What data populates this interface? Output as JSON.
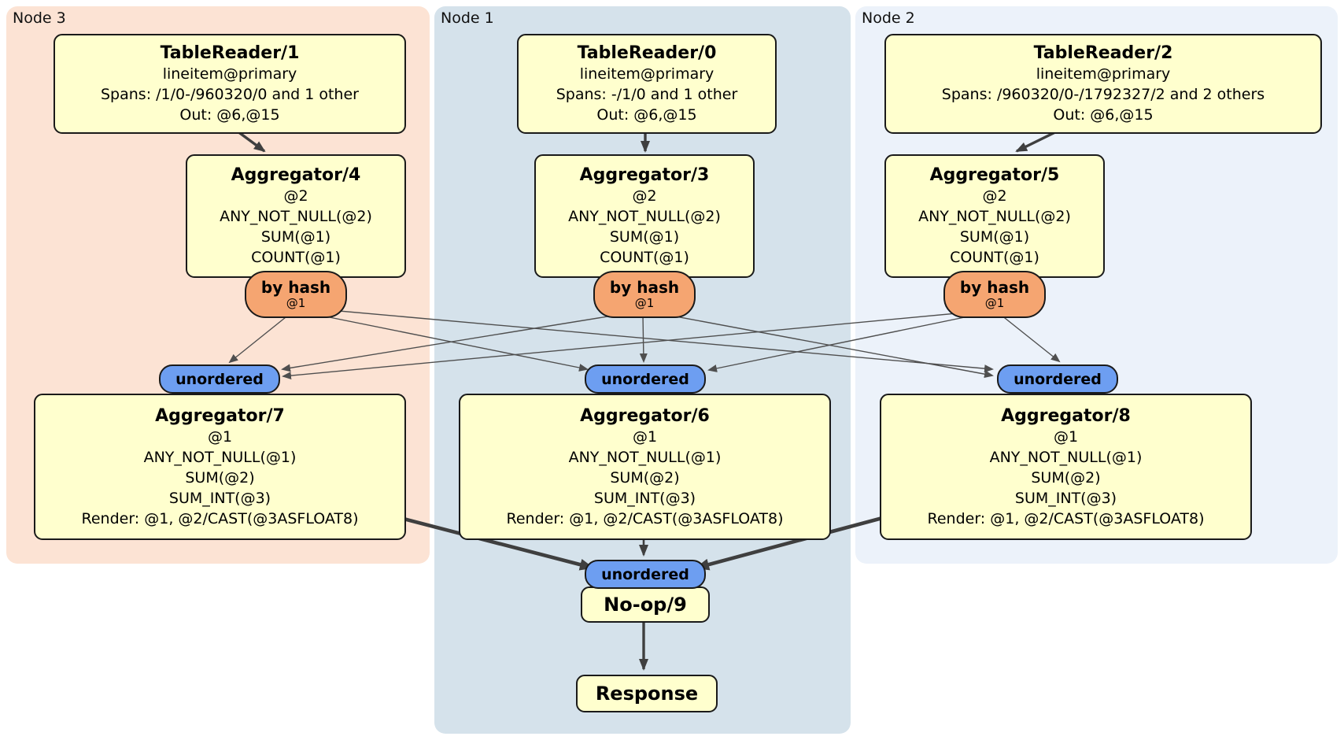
{
  "colors": {
    "node3_bg": "#fce3d4",
    "node1_bg": "#d5e2eb",
    "node2_bg": "#ecf2fa",
    "box_bg": "#ffffce",
    "box_border": "#1a1a1a",
    "router_bg": "#f5a571",
    "stream_bg": "#6d9ef1",
    "edge_thick": "#3f3f3f",
    "edge_thin": "#4f4f4f"
  },
  "diagram": {
    "nodes": [
      {
        "label": "Node 3",
        "table_reader": {
          "title": "TableReader/1",
          "lines": [
            "lineitem@primary",
            "Spans: /1/0-/960320/0 and 1 other",
            "Out: @6,@15"
          ]
        },
        "aggregator": {
          "title": "Aggregator/4",
          "lines": [
            "@2",
            "ANY_NOT_NULL(@2)",
            "SUM(@1)",
            "COUNT(@1)"
          ]
        },
        "router": {
          "label": "by hash",
          "detail": "@1"
        },
        "stream": {
          "label": "unordered"
        },
        "final_aggregator": {
          "title": "Aggregator/7",
          "lines": [
            "@1",
            "ANY_NOT_NULL(@1)",
            "SUM(@2)",
            "SUM_INT(@3)",
            "Render: @1, @2/CAST(@3ASFLOAT8)"
          ]
        }
      },
      {
        "label": "Node 1",
        "table_reader": {
          "title": "TableReader/0",
          "lines": [
            "lineitem@primary",
            "Spans: -/1/0 and 1 other",
            "Out: @6,@15"
          ]
        },
        "aggregator": {
          "title": "Aggregator/3",
          "lines": [
            "@2",
            "ANY_NOT_NULL(@2)",
            "SUM(@1)",
            "COUNT(@1)"
          ]
        },
        "router": {
          "label": "by hash",
          "detail": "@1"
        },
        "stream": {
          "label": "unordered"
        },
        "final_aggregator": {
          "title": "Aggregator/6",
          "lines": [
            "@1",
            "ANY_NOT_NULL(@1)",
            "SUM(@2)",
            "SUM_INT(@3)",
            "Render: @1, @2/CAST(@3ASFLOAT8)"
          ]
        }
      },
      {
        "label": "Node 2",
        "table_reader": {
          "title": "TableReader/2",
          "lines": [
            "lineitem@primary",
            "Spans: /960320/0-/1792327/2 and 2 others",
            "Out: @6,@15"
          ]
        },
        "aggregator": {
          "title": "Aggregator/5",
          "lines": [
            "@2",
            "ANY_NOT_NULL(@2)",
            "SUM(@1)",
            "COUNT(@1)"
          ]
        },
        "router": {
          "label": "by hash",
          "detail": "@1"
        },
        "stream": {
          "label": "unordered"
        },
        "final_aggregator": {
          "title": "Aggregator/8",
          "lines": [
            "@1",
            "ANY_NOT_NULL(@1)",
            "SUM(@2)",
            "SUM_INT(@3)",
            "Render: @1, @2/CAST(@3ASFLOAT8)"
          ]
        }
      }
    ],
    "sink": {
      "stream": "unordered",
      "noop": "No-op/9",
      "response": "Response"
    }
  }
}
